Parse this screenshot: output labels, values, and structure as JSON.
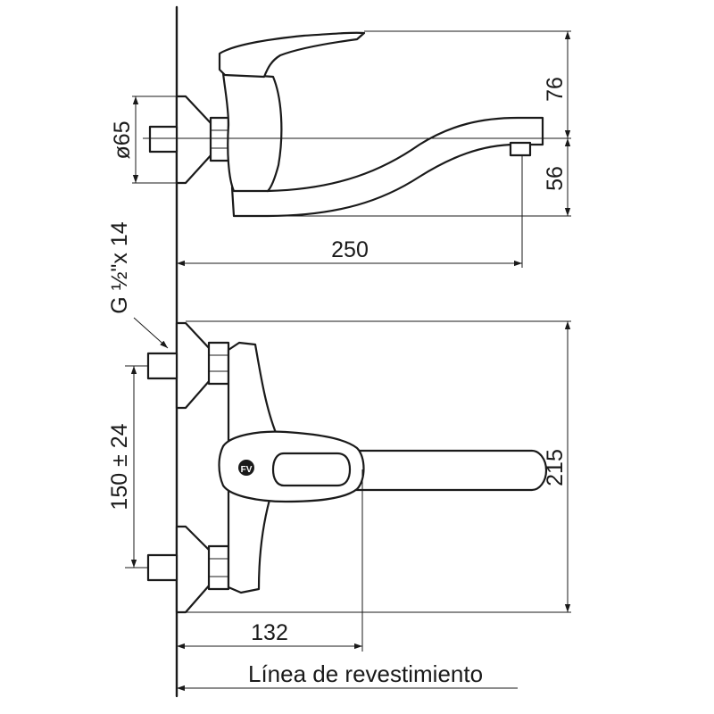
{
  "dimensions": {
    "diameter": "ø65",
    "height_top": "76",
    "height_bottom": "56",
    "spout_reach": "250",
    "thread": "G ½\"x 14",
    "centers": "150 ± 24",
    "total_height": "215",
    "handle_reach": "132"
  },
  "caption": "Línea de revestimiento",
  "colors": {
    "ink": "#1a1a1a",
    "background": "#ffffff"
  },
  "logo": "FV"
}
